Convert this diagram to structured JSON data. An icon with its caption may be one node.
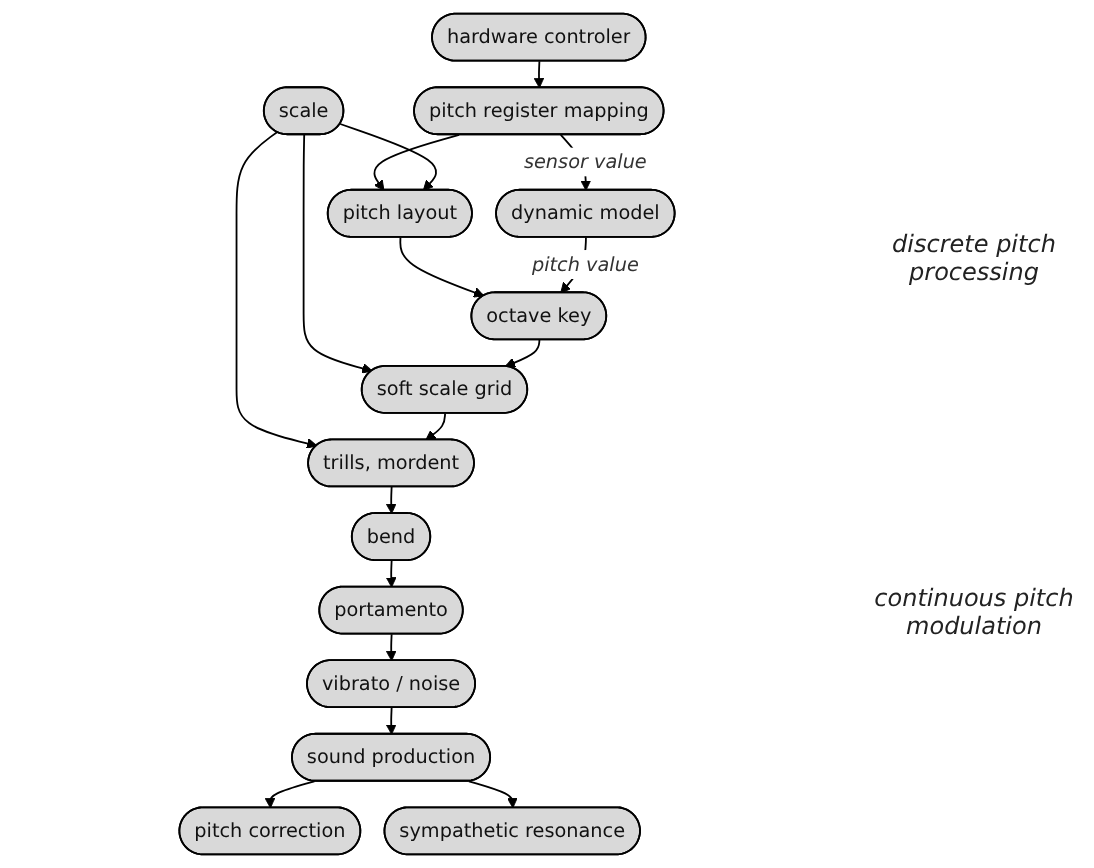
{
  "diagram": {
    "nodes": [
      {
        "text": [
          "scale"
        ]
      },
      {
        "text": [
          "hardware controler"
        ]
      },
      {
        "text": [
          "pitch register mapping"
        ]
      },
      {
        "text": [
          "pitch layout"
        ]
      },
      {
        "text": [
          "dynamic model"
        ]
      },
      {
        "text": [
          "octave key"
        ]
      },
      {
        "text": [
          "soft scale grid"
        ]
      },
      {
        "text": [
          "trills, mordent"
        ]
      },
      {
        "text": [
          "bend"
        ]
      },
      {
        "text": [
          "portamento"
        ]
      },
      {
        "text": [
          "vibrato / noise"
        ]
      },
      {
        "text": [
          "sound production"
        ]
      },
      {
        "text": [
          "pitch correction"
        ]
      },
      {
        "text": [
          "sympathetic resonance"
        ]
      }
    ],
    "edges": [
      {
        "from": 1,
        "to": 2,
        "arrow": "to"
      },
      {
        "from": 2,
        "to": 3,
        "arrow": "to"
      },
      {
        "from": 2,
        "to": 4,
        "arrow": "to",
        "label": "sensor value"
      },
      {
        "from": 0,
        "to": 3,
        "arrow": "to"
      },
      {
        "from": 0,
        "to": 6,
        "arrow": "to"
      },
      {
        "from": 0,
        "to": 7,
        "arrow": "to"
      },
      {
        "from": 3,
        "to": 5,
        "arrow": "to"
      },
      {
        "from": 4,
        "to": 5,
        "arrow": "to",
        "label": "pitch value"
      },
      {
        "from": 5,
        "to": 6,
        "arrow": "to"
      },
      {
        "from": 6,
        "to": 7,
        "arrow": "to"
      },
      {
        "from": 7,
        "to": 8,
        "arrow": "to"
      },
      {
        "from": 8,
        "to": 9,
        "arrow": "to"
      },
      {
        "from": 9,
        "to": 10,
        "arrow": "to"
      },
      {
        "from": 10,
        "to": 11,
        "arrow": "to"
      },
      {
        "from": 11,
        "to": 12,
        "arrow": "to"
      },
      {
        "from": 11,
        "to": 13,
        "arrow": "to"
      }
    ],
    "labels": [
      "discrete pitch processing",
      "continuous pitch modulation"
    ]
  }
}
